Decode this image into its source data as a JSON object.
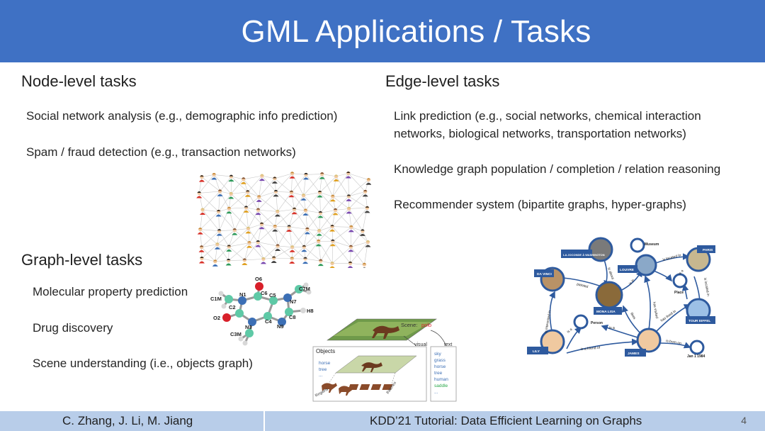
{
  "slide": {
    "title": "GML Applications / Tasks"
  },
  "node_level": {
    "heading": "Node-level tasks",
    "items": [
      "Social network analysis (e.g., demographic info prediction)",
      "Spam / fraud detection (e.g., transaction networks)"
    ]
  },
  "edge_level": {
    "heading": "Edge-level tasks",
    "items": [
      "Link prediction (e.g., social networks, chemical interaction",
      "networks, biological networks, transportation networks)",
      "Knowledge graph population / completion / relation reasoning",
      "Recommender system (bipartite graphs, hyper-graphs)"
    ]
  },
  "graph_level": {
    "heading": "Graph-level tasks",
    "items": [
      "Molecular property prediction",
      "Drug discovery",
      "Scene understanding (i.e., objects graph)"
    ]
  },
  "molecule": {
    "atoms": [
      "O6",
      "C7M",
      "C1M",
      "N1",
      "C6",
      "C5",
      "N7",
      "C2",
      "C8",
      "H8",
      "O2",
      "N3",
      "C4",
      "N9",
      "C3M"
    ]
  },
  "scene_graph": {
    "scene_label": "Scene:",
    "scene_value": "polo",
    "visual_label": "visual",
    "text_label": "text",
    "objects_label": "Objects",
    "objects": [
      "horse",
      "tree",
      "..."
    ],
    "regions_label": "Regions",
    "patches_label": "Patches",
    "text_terms": [
      "sky",
      "grass",
      "horse",
      "tree",
      "human",
      "saddle",
      "..."
    ]
  },
  "knowledge_graph": {
    "nodes": {
      "la_joconde": "LA JOCONDE À WASHINGTON",
      "museum": "Museum",
      "paris": "PARIS",
      "da_vinci": "DA VINCI",
      "louvre": "LOUVRE",
      "place": "Place",
      "mona_lisa": "MONA LISA",
      "person": "Person",
      "tour_eiffel": "TOUR EIFFEL",
      "lily": "LILY",
      "james": "JAMES",
      "date": "Jan 1 1984"
    },
    "edges": {
      "is_about": "is about",
      "painted": "painted",
      "is_in": "is in",
      "is_located_in_1": "is located in",
      "is_a_1": "is a",
      "is_located_in_2": "is located in",
      "is_interested_in": "is interested in",
      "has_visited": "has visited",
      "likes": "likes",
      "is_a_2": "is a",
      "is_a_3": "is a",
      "has_lived_in": "has lived in",
      "is_a_friend_of": "is a friend of",
      "is_born_on": "is born on"
    }
  },
  "footer": {
    "authors": "C. Zhang, J. Li, M. Jiang",
    "event": "KDD’21 Tutorial: Data Efficient Learning on Graphs",
    "page": "4"
  },
  "colors": {
    "header": "#3f71c4",
    "footer": "#b8cde9",
    "kg_node": "#2e5a9e",
    "atom_carbon": "#5ec9a6",
    "atom_oxygen": "#d8202a",
    "atom_nitrogen": "#3c6fb5"
  }
}
